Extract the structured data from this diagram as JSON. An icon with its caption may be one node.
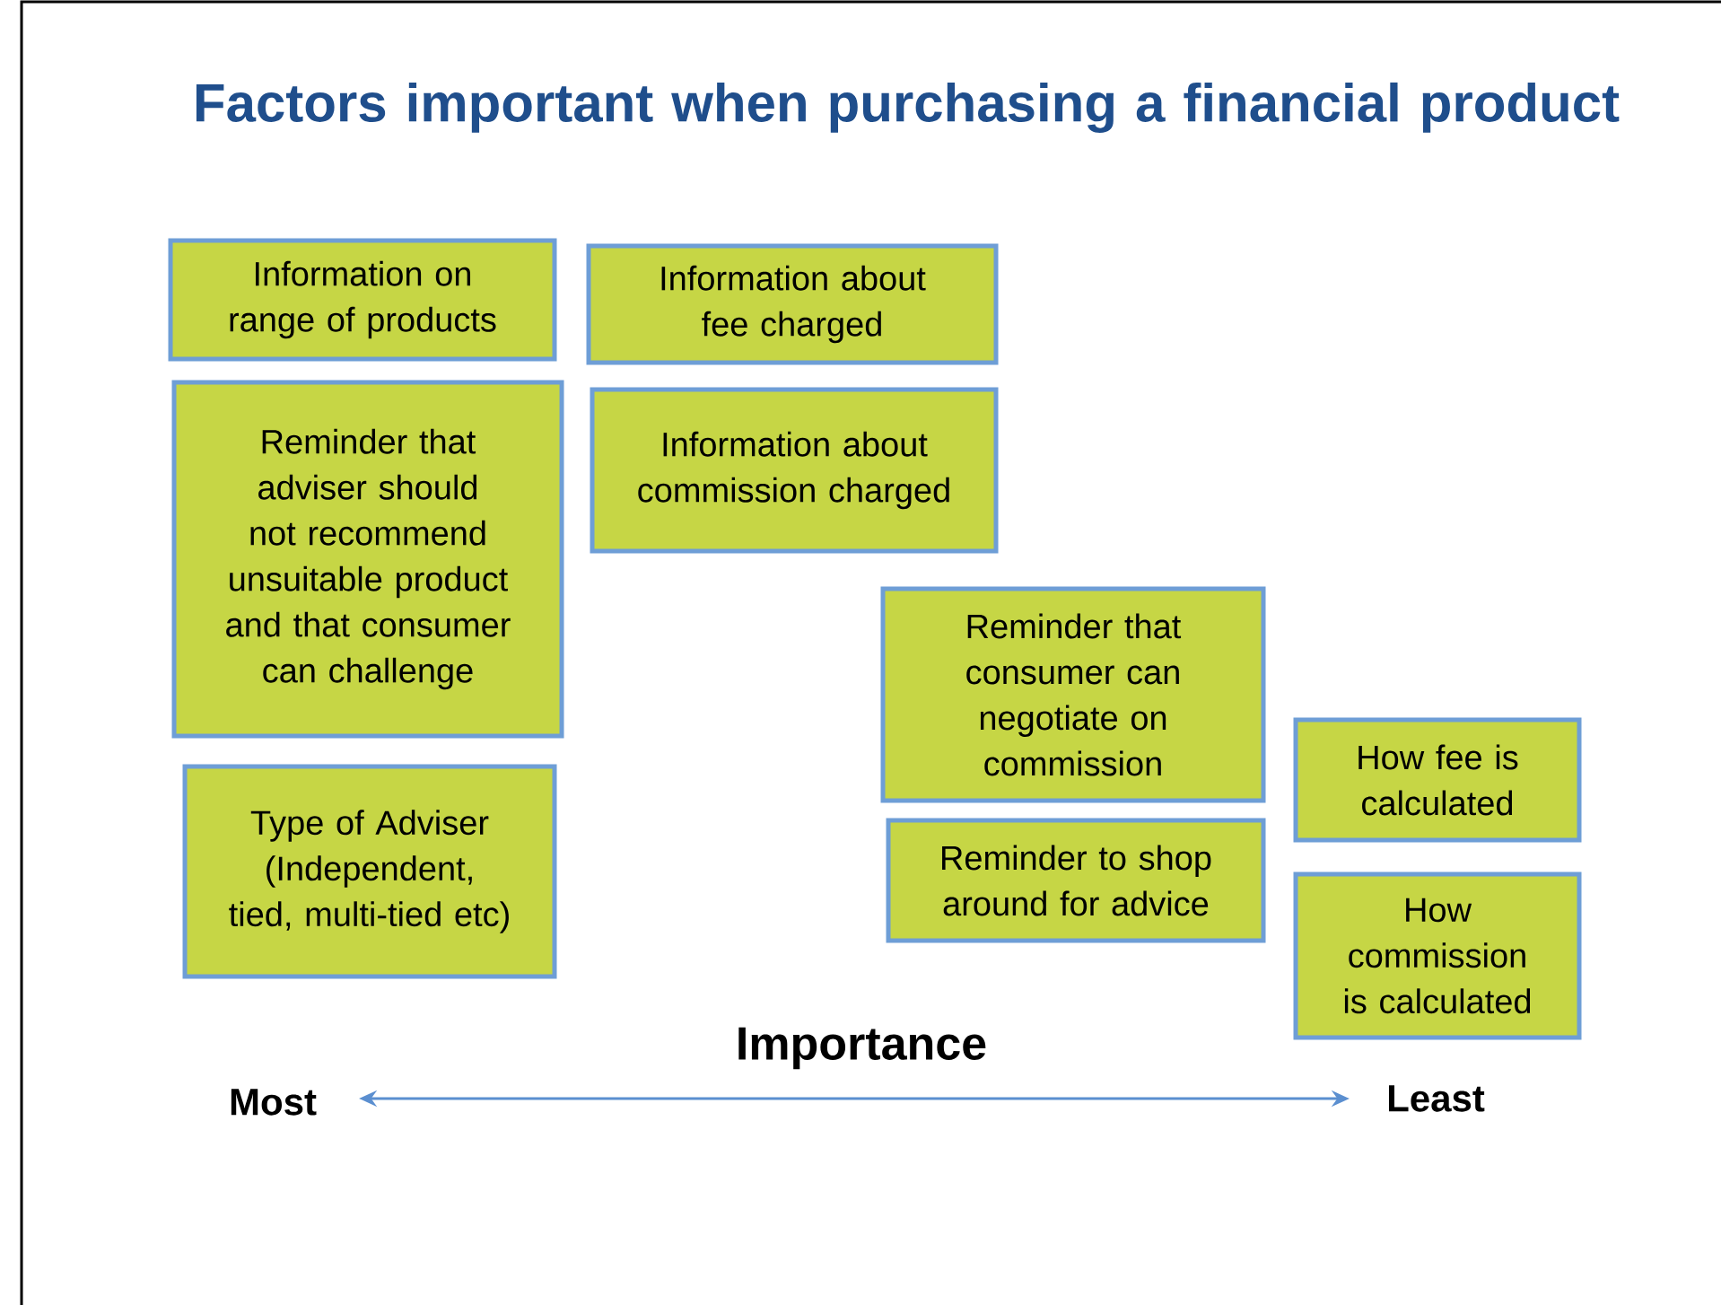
{
  "diagram": {
    "title": "Factors important when purchasing a financial product",
    "nodes": [
      {
        "text": [
          "Information on range of products"
        ]
      },
      {
        "text": [
          "Reminder that adviser should not recommend unsuitable product and that consumer can challenge"
        ]
      },
      {
        "text": [
          "Type of Adviser (Independent, tied, multi-tied etc)"
        ]
      },
      {
        "text": [
          "Information about fee charged"
        ]
      },
      {
        "text": [
          "Information about commission charged"
        ]
      },
      {
        "text": [
          "Reminder that consumer can negotiate on commission"
        ]
      },
      {
        "text": [
          "Reminder to shop around for advice"
        ]
      },
      {
        "text": [
          "How fee is calculated"
        ]
      },
      {
        "text": [
          "How commission is calculated"
        ]
      }
    ],
    "labels": [
      "Importance",
      "Most",
      "Least"
    ]
  }
}
